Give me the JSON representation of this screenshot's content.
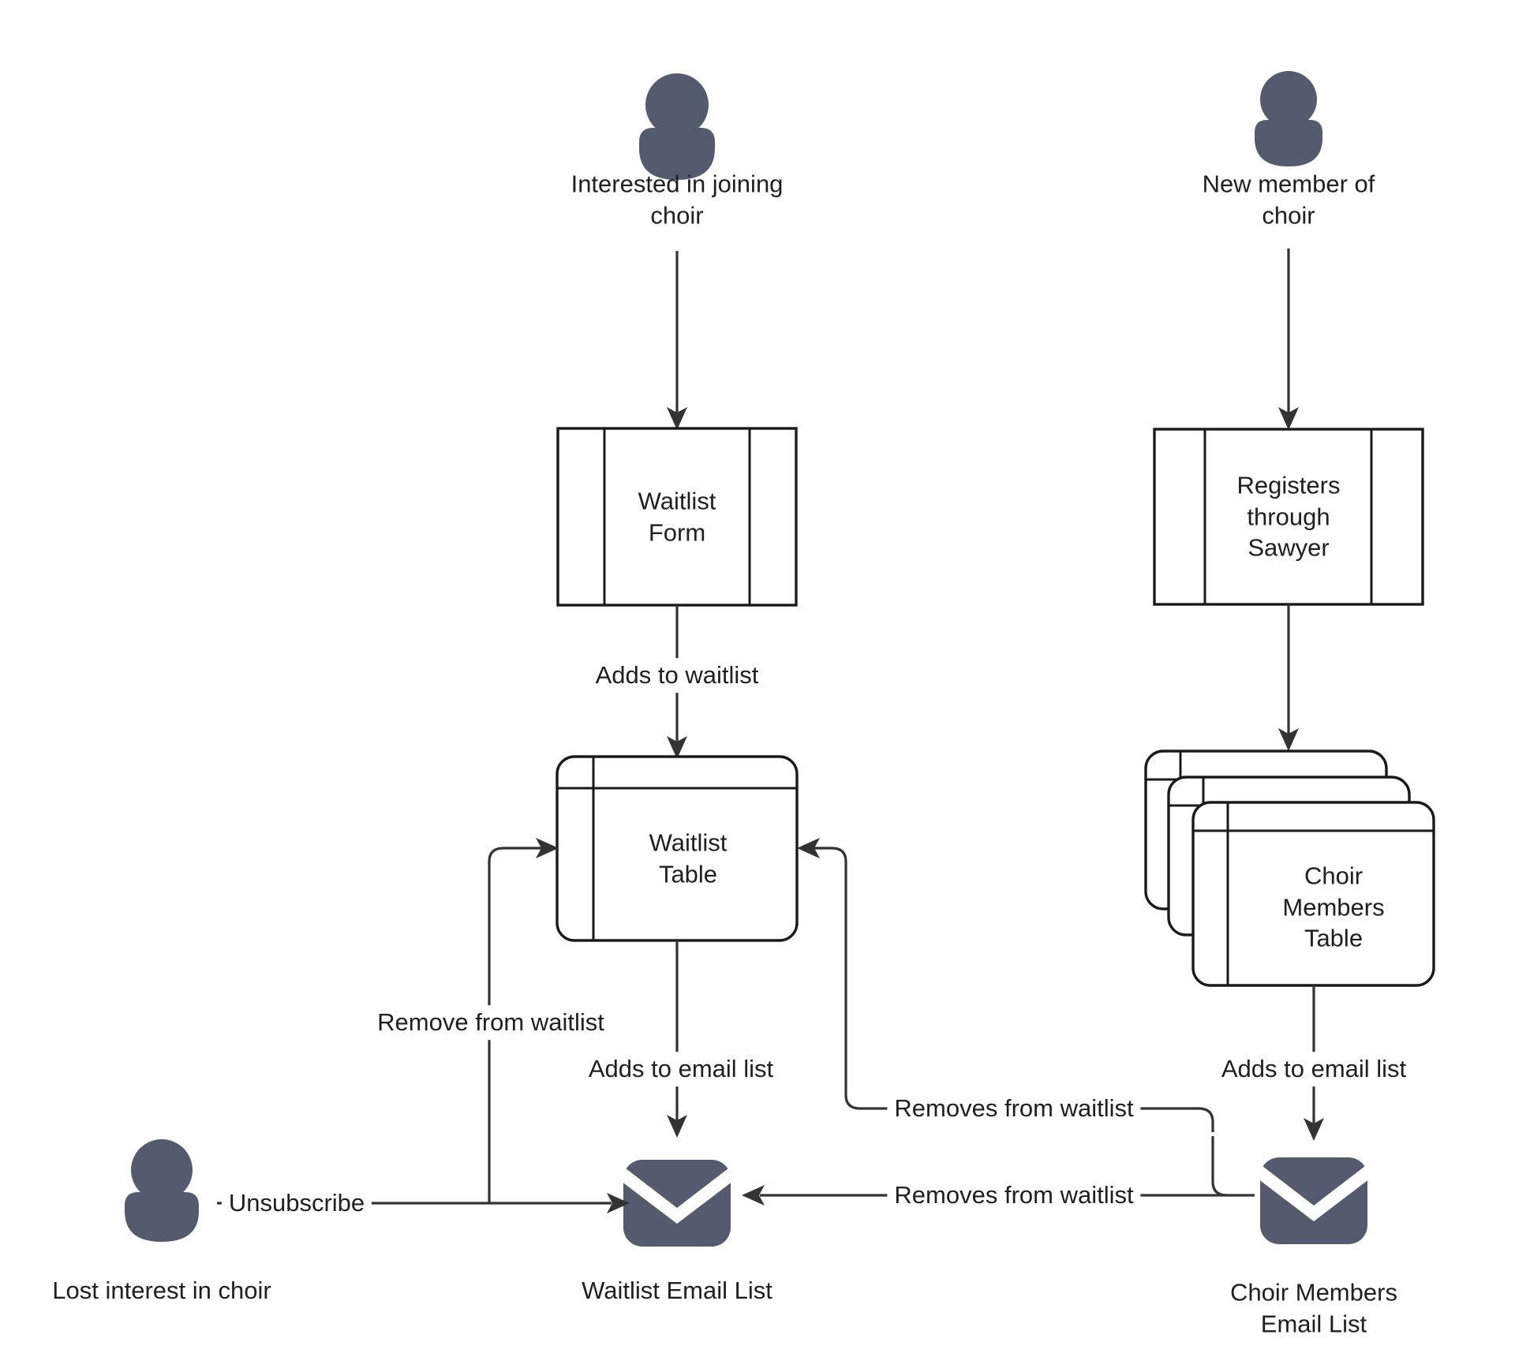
{
  "diagram": {
    "title": "Choir waitlist and membership email flow",
    "background_color": "#ffffff",
    "accent_color": "#555b6e",
    "line_color": "#333333",
    "text_color": "#1f1f1f",
    "nodes": [
      {
        "id": "actor_interested",
        "type": "actor-icon",
        "label": "Interested in joining\nchoir"
      },
      {
        "id": "actor_new_member",
        "type": "actor-icon",
        "label": "New member of\nchoir"
      },
      {
        "id": "actor_lost_interest",
        "type": "actor-icon",
        "label": "Lost interest in choir"
      },
      {
        "id": "waitlist_form",
        "type": "subroutine-box",
        "label": "Waitlist\nForm"
      },
      {
        "id": "registers_sawyer",
        "type": "subroutine-box",
        "label": "Registers\nthrough\nSawyer"
      },
      {
        "id": "waitlist_table",
        "type": "table-card",
        "label": "Waitlist\nTable"
      },
      {
        "id": "choir_members_table",
        "type": "table-card-stack",
        "label": "Choir\nMembers\nTable"
      },
      {
        "id": "waitlist_email_list",
        "type": "envelope-icon",
        "label": "Waitlist Email List"
      },
      {
        "id": "choir_members_email_list",
        "type": "envelope-icon",
        "label": "Choir Members\nEmail List"
      }
    ],
    "edges": [
      {
        "id": "e1",
        "from": "actor_interested",
        "to": "waitlist_form",
        "label": ""
      },
      {
        "id": "e2",
        "from": "waitlist_form",
        "to": "waitlist_table",
        "label": "Adds to waitlist"
      },
      {
        "id": "e3",
        "from": "waitlist_table",
        "to": "waitlist_email_list",
        "label": "Adds to email list"
      },
      {
        "id": "e4",
        "from": "actor_new_member",
        "to": "registers_sawyer",
        "label": ""
      },
      {
        "id": "e5",
        "from": "registers_sawyer",
        "to": "choir_members_table",
        "label": ""
      },
      {
        "id": "e6",
        "from": "choir_members_table",
        "to": "choir_members_email_list",
        "label": "Adds to email list"
      },
      {
        "id": "e7",
        "from": "actor_lost_interest",
        "to": "waitlist_email_list",
        "label": "Unsubscribe"
      },
      {
        "id": "e8",
        "from": "actor_lost_interest",
        "to": "waitlist_table",
        "label": "Remove from waitlist"
      },
      {
        "id": "e9",
        "from": "choir_members_email_list",
        "to": "waitlist_table",
        "label": "Removes from waitlist"
      },
      {
        "id": "e10",
        "from": "choir_members_email_list",
        "to": "waitlist_email_list",
        "label": "Removes from waitlist"
      }
    ]
  },
  "labels": {
    "actor_interested": "Interested in joining\nchoir",
    "actor_new_member": "New member of\nchoir",
    "actor_lost_interest": "Lost interest in choir",
    "waitlist_form": "Waitlist\nForm",
    "registers_sawyer": "Registers\nthrough\nSawyer",
    "waitlist_table": "Waitlist\nTable",
    "choir_members_table": "Choir\nMembers\nTable",
    "waitlist_email_list": "Waitlist Email List",
    "choir_members_email_list": "Choir Members\nEmail List",
    "edge_adds_to_waitlist": "Adds to waitlist",
    "edge_adds_to_email_list_left": "Adds to email list",
    "edge_adds_to_email_list_right": "Adds to email list",
    "edge_unsubscribe": "Unsubscribe",
    "edge_remove_from_waitlist": "Remove from waitlist",
    "edge_removes_from_waitlist_upper": "Removes from waitlist",
    "edge_removes_from_waitlist_lower": "Removes from waitlist"
  }
}
